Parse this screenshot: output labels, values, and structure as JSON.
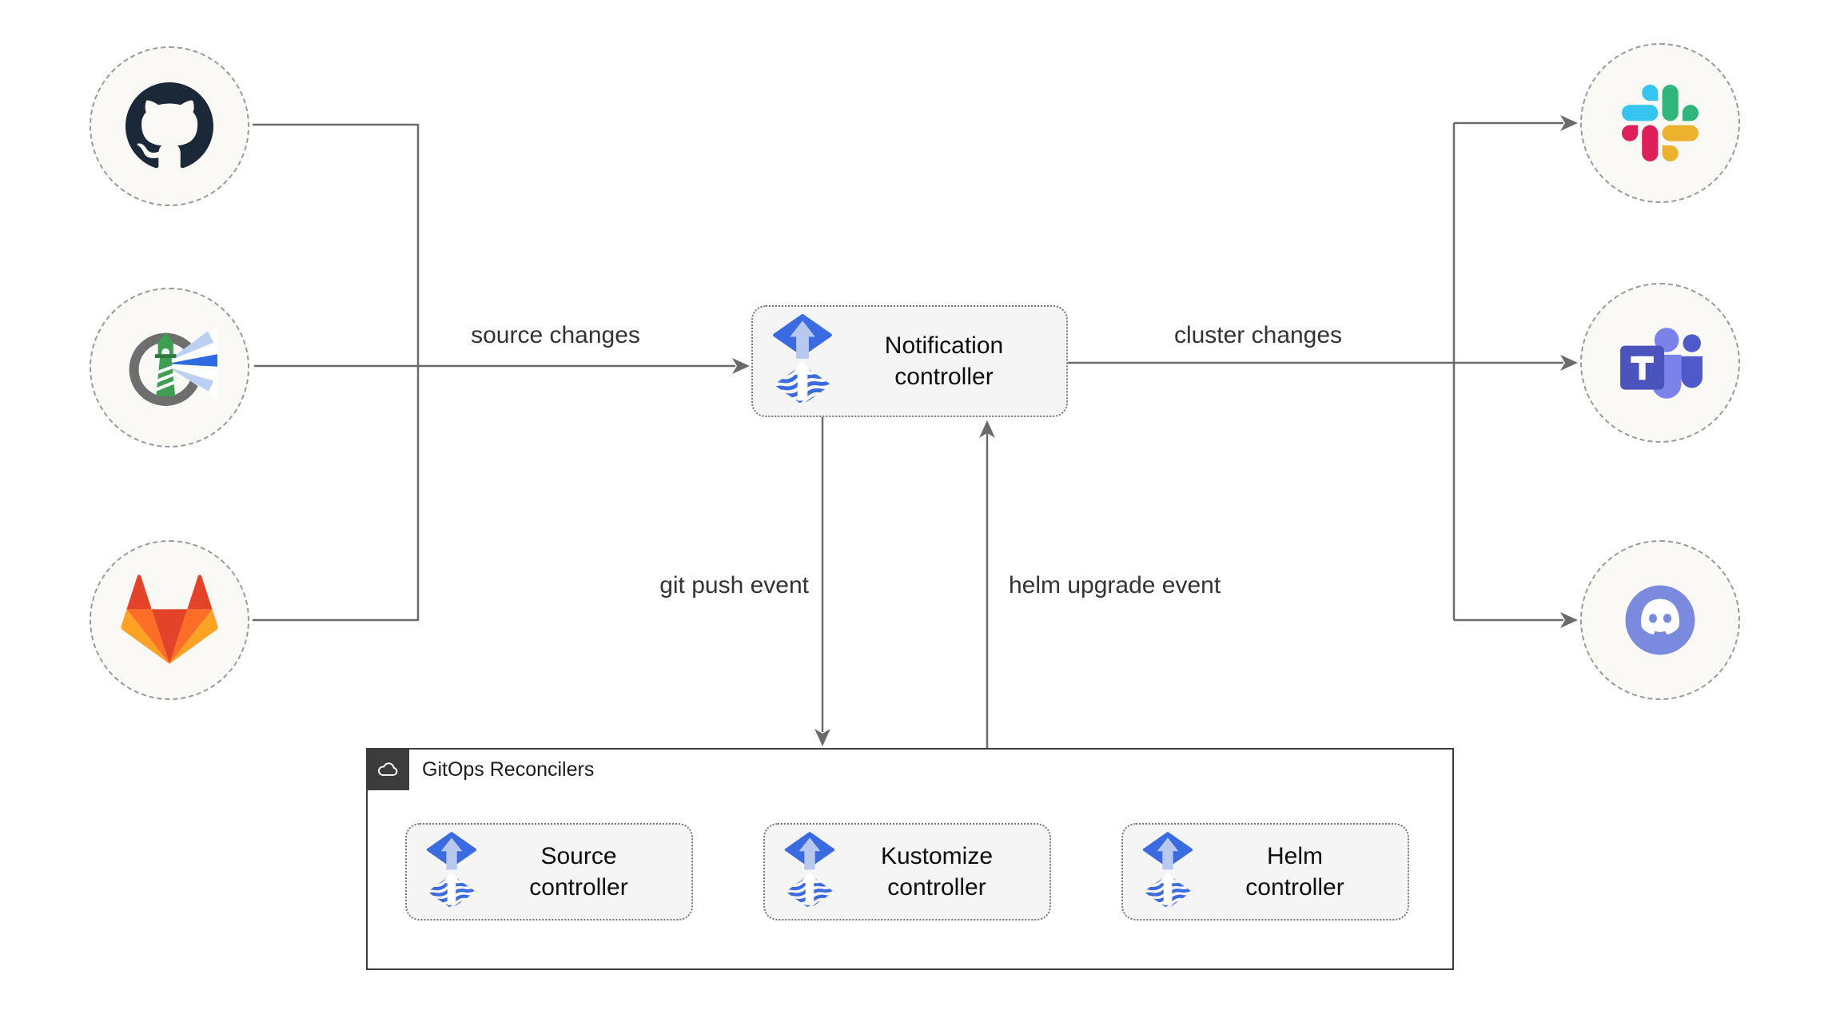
{
  "edge_labels": {
    "source_changes": "source changes",
    "cluster_changes": "cluster changes",
    "git_push_event": "git push event",
    "helm_upgrade_event": "helm upgrade event"
  },
  "nodes": {
    "notification": "Notification controller",
    "source": "Source controller",
    "kustomize": "Kustomize controller",
    "helm": "Helm controller"
  },
  "group": {
    "title": "GitOps Reconcilers",
    "icon": "cloud-icon"
  },
  "sources": [
    {
      "icon": "github-icon"
    },
    {
      "icon": "harbor-icon"
    },
    {
      "icon": "gitlab-icon"
    }
  ],
  "targets": [
    {
      "icon": "slack-icon"
    },
    {
      "icon": "teams-icon"
    },
    {
      "icon": "discord-icon"
    }
  ],
  "colors": {
    "connector_gray": "#6b6b6b",
    "node_fill": "#f5f5f5",
    "circle_fill": "#faf9f6",
    "flux_blue": "#3b6be0",
    "flux_arrow_light": "#b9c8ef",
    "github_dark": "#1b2838",
    "harbor_green": "#3f9e51",
    "gitlab_red": "#e24329",
    "gitlab_orange": "#fc6d26",
    "gitlab_yellow": "#fca326",
    "slack_blue": "#36c5f0",
    "slack_green": "#2eb67d",
    "slack_yellow": "#ecb22e",
    "slack_pink": "#e01e5a",
    "teams_purple": "#4b53bc",
    "teams_light": "#7b83eb",
    "discord_blurple": "#7a8bdf",
    "group_header_dark": "#3c3c3c"
  }
}
